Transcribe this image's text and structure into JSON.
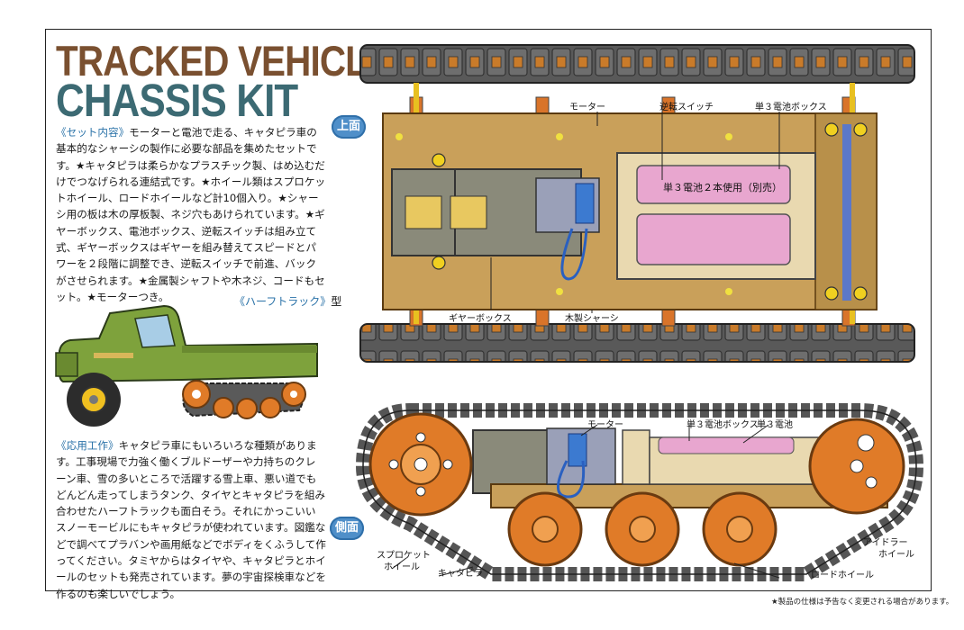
{
  "title_line1": "TRACKED VEHICLE",
  "title_line2": "CHASSIS KIT",
  "para1_head": "《セット内容》",
  "para1_body": "モーターと電池で走る、キャタピラ車の基本的なシャーシの製作に必要な部品を集めたセットです。★キャタピラは柔らかなプラスチック製、はめ込むだけでつなげられる連結式です。★ホイール類はスプロケットホイール、ロードホイールなど計10個入り。★シャーシ用の板は木の厚板製、ネジ穴もあけられています。★ギヤーボックス、電池ボックス、逆転スイッチは組み立て式、ギヤーボックスはギヤーを組み替えてスピードとパワーを２段階に調整でき、逆転スイッチで前進、バックがさせられます。★金属製シャフトや木ネジ、コードもセット。★モーターつき。",
  "halftrack_caption_head": "《ハーフトラック》",
  "halftrack_caption_tail": "型",
  "para2_head": "《応用工作》",
  "para2_body": "キャタピラ車にもいろいろな種類があります。工事現場で力強く働くブルドーザーや力持ちのクレーン車、雪の多いところで活躍する雪上車、悪い道でもどんどん走ってしまうタンク、タイヤとキャタピラを組み合わせたハーフトラックも面白そう。それにかっこいいスノーモービルにもキャタピラが使われています。図鑑などで調べてプラバンや画用紙などでボディをくふうして作ってください。タミヤからはタイヤや、キャタピラとホイールのセットも発売されています。夢の宇宙探検車などを作るのも楽しいでしょう。",
  "top_view": {
    "badge": "上面",
    "motor": "モーター",
    "reverse_switch": "逆転スイッチ",
    "battery_box": "単３電池ボックス",
    "battery_note": "単３電池２本使用（別売）",
    "gearbox": "ギヤーボックス",
    "wood_chassis": "木製シャーシ"
  },
  "side_view": {
    "badge": "側面",
    "motor": "モーター",
    "battery_box": "単３電池ボックス",
    "battery": "単３電池",
    "sprocket_1": "スプロケット",
    "sprocket_2": "ホイール",
    "track": "キャタピラ",
    "road_wheel": "ロードホイール",
    "idler_1": "アイドラー",
    "idler_2": "ホイール"
  },
  "footnote": "★製品の仕様は予告なく変更される場合があります。",
  "colors": {
    "title_brown": "#7a5030",
    "title_teal": "#3c6a73",
    "accent_blue": "#2a72a8",
    "wood": "#c9a05a",
    "track": "#5b5b5b",
    "wheel_orange": "#e07b28",
    "battery_pink": "#e8a6cf",
    "truck_green": "#7ea23c"
  }
}
